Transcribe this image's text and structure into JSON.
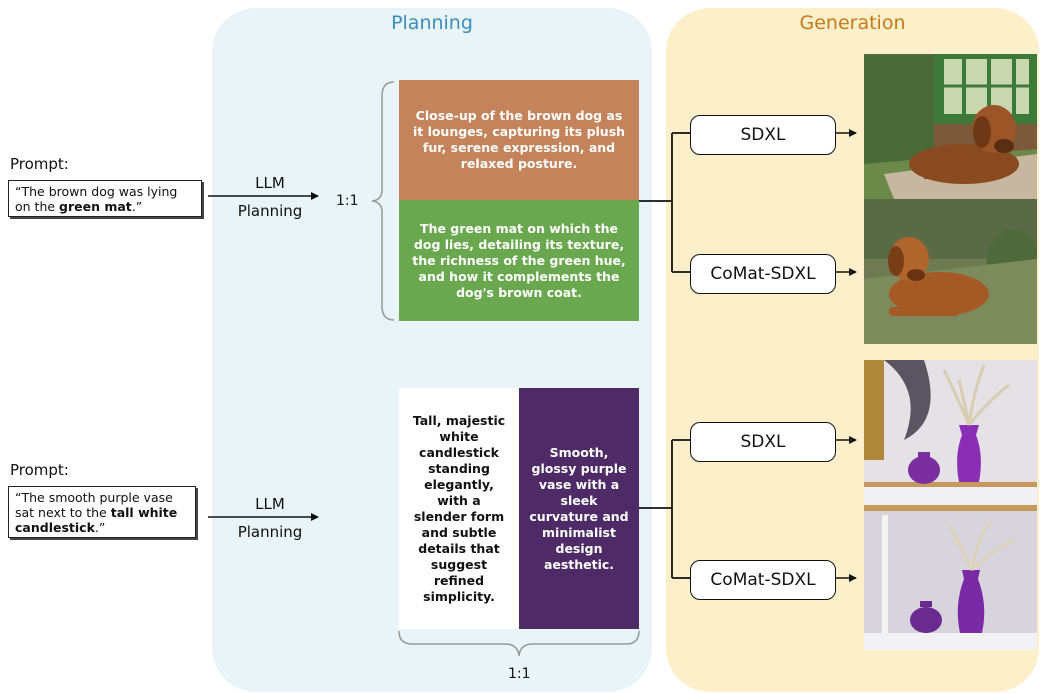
{
  "planning_title": "Planning",
  "generation_title": "Generation",
  "colors": {
    "planning_bg": "#e8f4f7",
    "generation_bg": "#fdefc9",
    "planning_title": "#3b8fbf",
    "generation_title": "#c77a1a",
    "brown_box": "#c4835a",
    "green_box": "#6aa84f",
    "purple_box": "#4e2a66"
  },
  "example1": {
    "prompt_label": "Prompt:",
    "prompt_pre": "“The brown dog was lying on the ",
    "prompt_bold": "green mat",
    "prompt_post": ".”",
    "llm_line1": "LLM",
    "llm_line2": "Planning",
    "ratio": "1:1",
    "plan_top": "Close-up of the brown dog as it lounges, capturing its plush fur, serene expression, and relaxed posture.",
    "plan_bottom": "The green mat on which the dog lies, detailing its texture, the richness of the green hue, and how it complements the dog's brown coat.",
    "model1": "SDXL",
    "model2": "CoMat-SDXL"
  },
  "example2": {
    "prompt_label": "Prompt:",
    "prompt_pre": "“The smooth purple vase sat next to the ",
    "prompt_bold": "tall white candlestick",
    "prompt_post": ".”",
    "llm_line1": "LLM",
    "llm_line2": "Planning",
    "ratio": "1:1",
    "plan_left": "Tall, majestic white candlestick standing elegantly, with a slender form and subtle details that suggest refined simplicity.",
    "plan_right": "Smooth, glossy purple vase with a sleek curvature and minimalist design aesthetic.",
    "model1": "SDXL",
    "model2": "CoMat-SDXL"
  }
}
